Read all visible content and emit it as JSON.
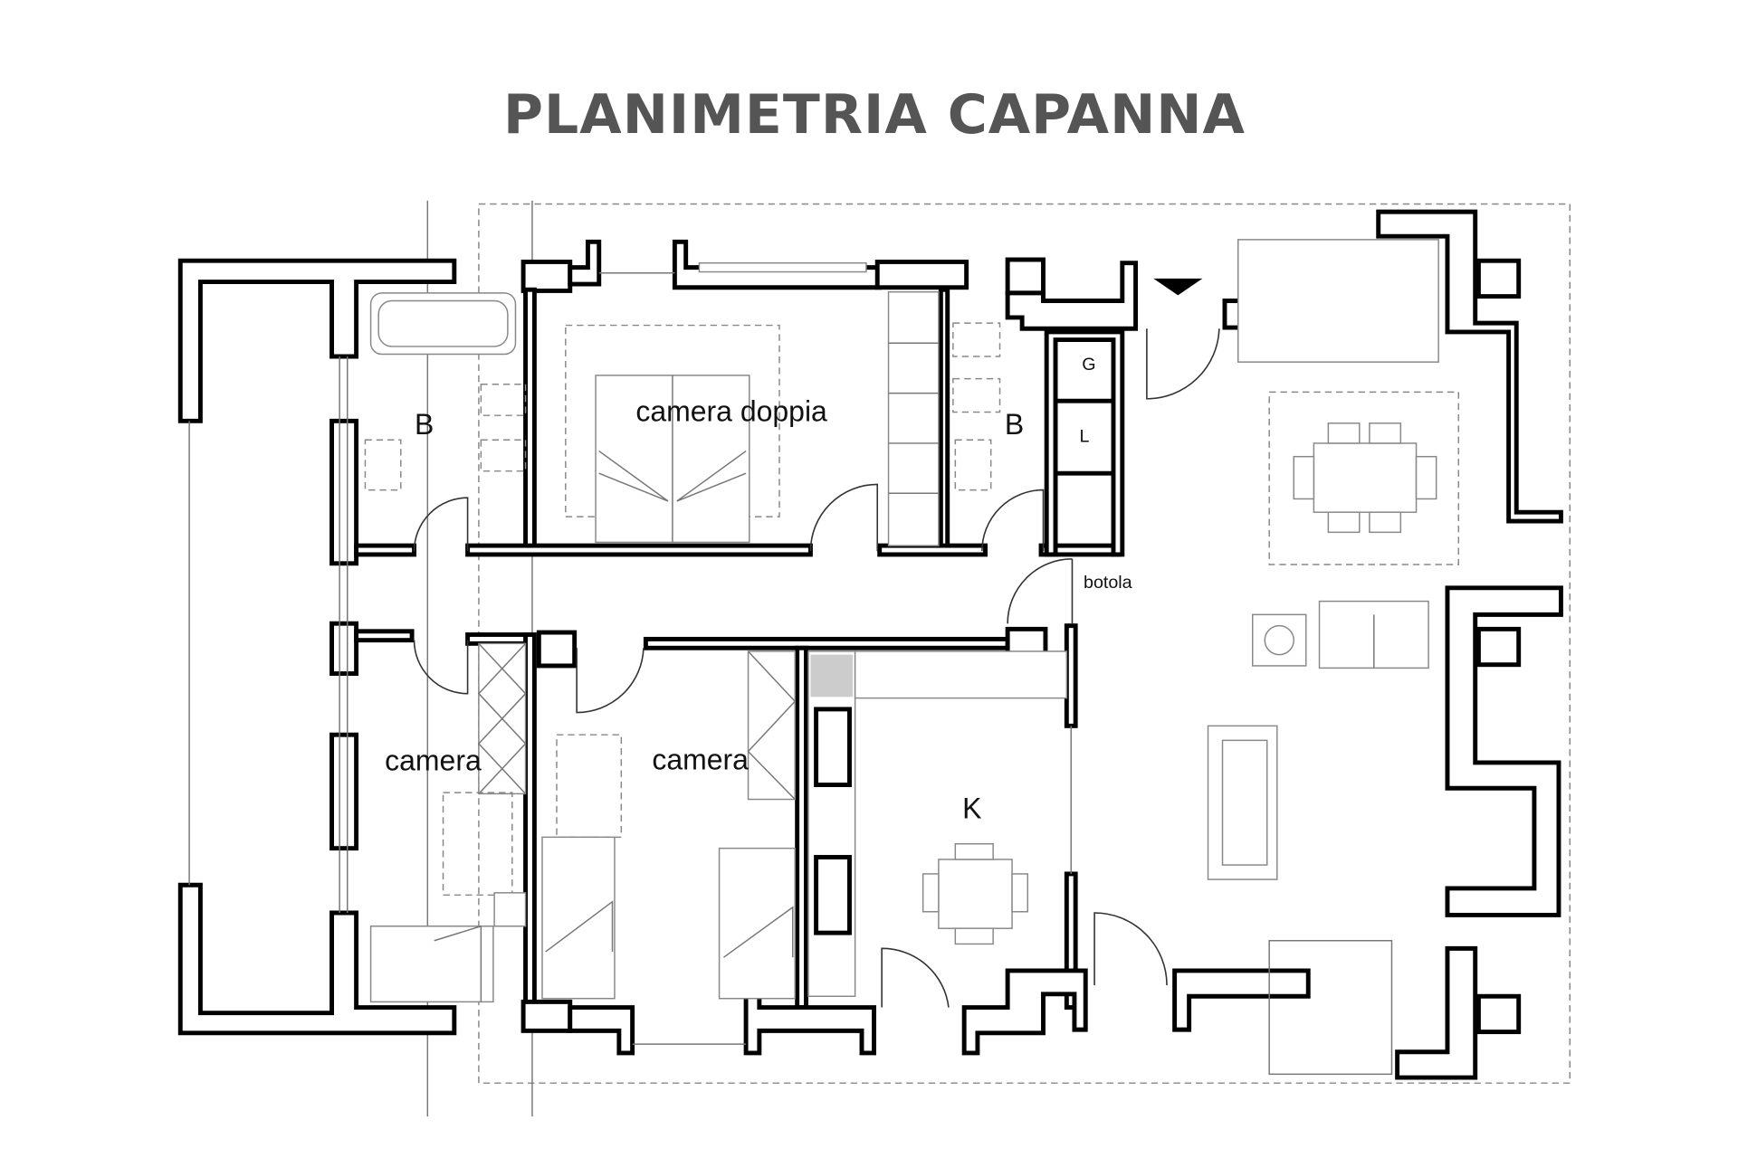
{
  "title": "PLANIMETRIA CAPANNA",
  "rooms": {
    "bath_left": "B",
    "double_bedroom": "camera doppia",
    "bath_right": "B",
    "g": "G",
    "l": "L",
    "hatch": "botola",
    "bedroom_left": "camera",
    "bedroom_middle": "camera",
    "kitchen": "K"
  }
}
